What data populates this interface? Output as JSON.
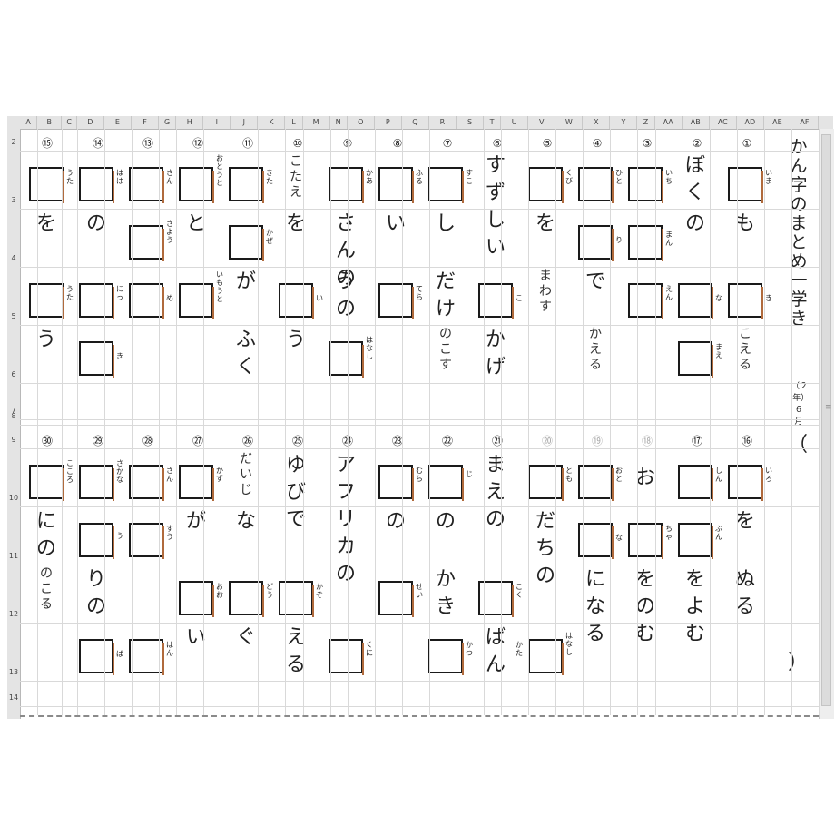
{
  "spreadsheet": {
    "columns": [
      "A",
      "B",
      "C",
      "D",
      "E",
      "F",
      "G",
      "H",
      "I",
      "J",
      "K",
      "L",
      "M",
      "N",
      "O",
      "P",
      "Q",
      "R",
      "S",
      "T",
      "U",
      "V",
      "W",
      "X",
      "Y",
      "Z",
      "AA",
      "AB",
      "AC",
      "AD",
      "AE",
      "AF"
    ],
    "rows": [
      "2",
      "3",
      "4",
      "5",
      "6",
      "7",
      "8",
      "9",
      "10",
      "11",
      "12",
      "13",
      "14"
    ]
  },
  "worksheet": {
    "title": "かん字のまとめ一学き",
    "grade": "（２年）６月",
    "paren_open": "（",
    "paren_close": "）",
    "numbers_top": [
      "⑮",
      "⑭",
      "⑬",
      "⑫",
      "⑪",
      "⑩",
      "⑨",
      "⑧",
      "⑦",
      "⑥",
      "⑤",
      "④",
      "③",
      "②",
      "①"
    ],
    "numbers_bottom": [
      "㉚",
      "㉙",
      "㉘",
      "㉗",
      "㉖",
      "㉕",
      "㉔",
      "㉓",
      "㉒",
      "㉑",
      "⑳",
      "⑲",
      "⑱",
      "⑰",
      "⑯"
    ],
    "ruby": [
      "うた",
      "はは",
      "さん",
      "おとうと",
      "きた",
      "かあ",
      "ふる",
      "すこ",
      "くび",
      "ひと",
      "いち",
      "いま",
      "さよう",
      "かぜ",
      "り",
      "まん",
      "うた",
      "にっ",
      "め",
      "いもうと",
      "い",
      "てら",
      "こ",
      "えん",
      "な",
      "き",
      "き",
      "はなし",
      "まえ",
      "こころ",
      "さかな",
      "さん",
      "かず",
      "むら",
      "じ",
      "とも",
      "おと",
      "しん",
      "いろ",
      "う",
      "すう",
      "な",
      "ちゃ",
      "ぶん",
      "おお",
      "どう",
      "かぞ",
      "せい",
      "こく",
      "ば",
      "はん",
      "くに",
      "かつ",
      "かた",
      "はなし"
    ],
    "text": [
      "を",
      "の",
      "と",
      "を",
      "さんの",
      "い",
      "し",
      "すずしい",
      "を",
      "の",
      "も",
      "こたえ",
      "ぼく",
      "が",
      "うの",
      "だけ",
      "で",
      "まわす",
      "ふく",
      "う",
      "かげ",
      "こえる",
      "かえる",
      "のこす",
      "まえの",
      "アフリカの",
      "ゆびで",
      "だいじ",
      "お",
      "を",
      "にの",
      "が",
      "な",
      "の",
      "の",
      "だちの",
      "かき",
      "になる",
      "をのむ",
      "をよむ",
      "ぬる",
      "りの",
      "い",
      "ぐ",
      "える",
      "ばん",
      "のこる"
    ]
  }
}
